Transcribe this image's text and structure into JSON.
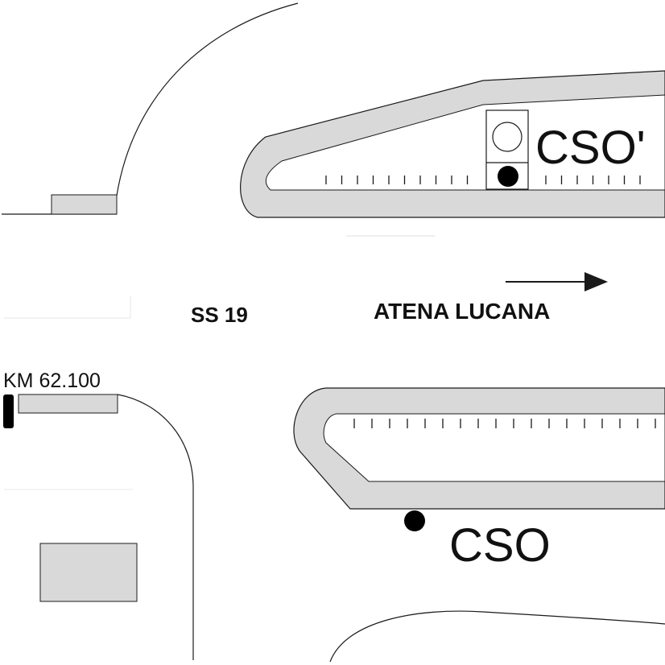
{
  "labels": {
    "road": "SS 19",
    "direction": "ATENA LUCANA",
    "km_marker": "KM 62.100",
    "station_top": "CSO'",
    "station_bottom": "CSO"
  },
  "colors": {
    "island_fill": "#d9d9d9",
    "outline": "#1a1a1a",
    "marker": "#000000",
    "text": "#111111"
  },
  "icons": {
    "direction_arrow": "arrow-right-icon",
    "station_marker": "filled-circle-icon",
    "station_marker_top_empty": "hollow-circle-icon"
  }
}
